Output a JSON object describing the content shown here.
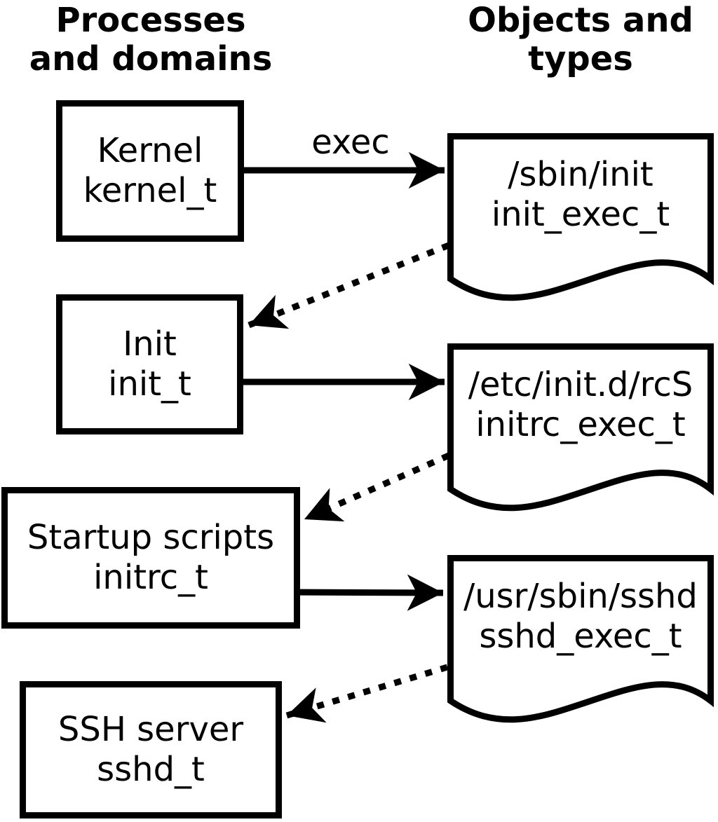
{
  "headers": {
    "left": {
      "line1": "Processes",
      "line2": "and domains"
    },
    "right": {
      "line1": "Objects and",
      "line2": "types"
    }
  },
  "arrow_label": "exec",
  "process_boxes": [
    {
      "name": "Kernel",
      "type": "kernel_t"
    },
    {
      "name": "Init",
      "type": "init_t"
    },
    {
      "name": "Startup scripts",
      "type": "initrc_t"
    },
    {
      "name": "SSH server",
      "type": "sshd_t"
    }
  ],
  "object_files": [
    {
      "path": "/sbin/init",
      "type": "init_exec_t"
    },
    {
      "path": "/etc/init.d/rcS",
      "type": "initrc_exec_t"
    },
    {
      "path": "/usr/sbin/sshd",
      "type": "sshd_exec_t"
    }
  ],
  "colors": {
    "foreground": "#000000",
    "background": "#ffffff"
  }
}
